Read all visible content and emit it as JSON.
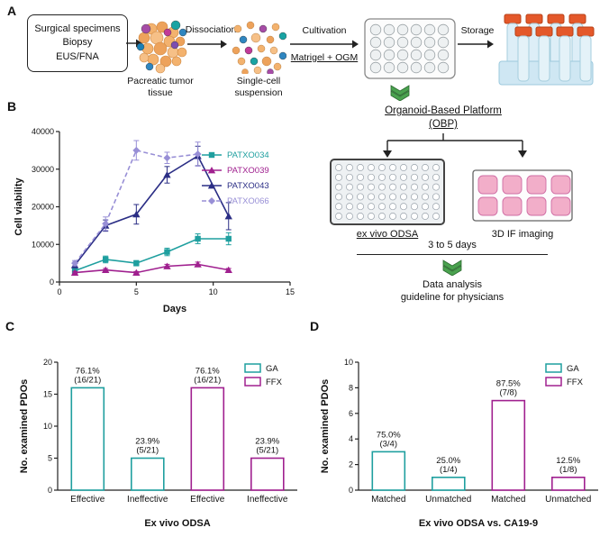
{
  "panels": {
    "a": "A",
    "b": "B",
    "c": "C",
    "d": "D"
  },
  "panelA": {
    "specimen_lines": [
      "Surgical specimens",
      "Biopsy",
      "EUS/FNA"
    ],
    "tumor_label": "Pacreatic tumor tissue",
    "dissociation_label": "Dissociation",
    "suspension_label": "Single-cell suspension",
    "cultivation_label": "Cultivation",
    "medium_label": "Matrigel + OGM",
    "storage_label": "Storage"
  },
  "panelB": {
    "platform_title": "Organoid-Based Platform",
    "platform_abbr": "(OBP)",
    "odsa_label": "ex vivo ODSA",
    "imaging_label": "3D IF imaging",
    "duration_label": "3 to 5 days",
    "analysis_line1": "Data analysis",
    "analysis_line2": "guideline for physicians"
  },
  "colors": {
    "teal": "#1f9f9f",
    "magenta": "#a0208f",
    "navy": "#2b2e85",
    "lavender": "#988fd6",
    "green": "#4aa24f"
  },
  "chart_data": [
    {
      "id": "viability",
      "type": "line",
      "title": "",
      "xlabel": "Days",
      "ylabel": "Cell viability",
      "xlim": [
        0,
        15
      ],
      "xticks": [
        0,
        5,
        10,
        15
      ],
      "ylim": [
        0,
        40000
      ],
      "yticks": [
        0,
        10000,
        20000,
        30000,
        40000
      ],
      "legend_position": "right-top",
      "series": [
        {
          "name": "PATXO034",
          "color": "#1f9f9f",
          "marker": "square",
          "dash": false,
          "x": [
            1,
            3,
            5,
            7,
            9,
            11
          ],
          "y": [
            3000,
            6000,
            5000,
            8000,
            11500,
            11500
          ],
          "err": [
            500,
            900,
            700,
            1000,
            1300,
            1600
          ]
        },
        {
          "name": "PATXO039",
          "color": "#a0208f",
          "marker": "triangle",
          "dash": false,
          "x": [
            1,
            3,
            5,
            7,
            9,
            11
          ],
          "y": [
            2500,
            3200,
            2500,
            4200,
            4700,
            3200
          ],
          "err": [
            300,
            400,
            300,
            500,
            600,
            400
          ]
        },
        {
          "name": "PATXO043",
          "color": "#2b2e85",
          "marker": "triangle",
          "dash": false,
          "x": [
            1,
            3,
            5,
            7,
            9,
            11
          ],
          "y": [
            4500,
            15000,
            18000,
            28500,
            33500,
            17500
          ],
          "err": [
            700,
            1500,
            2600,
            2200,
            2600,
            3600
          ]
        },
        {
          "name": "PATXO066",
          "color": "#988fd6",
          "marker": "diamond",
          "dash": true,
          "x": [
            1,
            3,
            5,
            7,
            9
          ],
          "y": [
            5000,
            15500,
            35000,
            33000,
            34000
          ],
          "err": [
            700,
            1800,
            2600,
            1500,
            3200
          ]
        }
      ]
    },
    {
      "id": "odsa",
      "type": "bar",
      "categories": [
        "Effective",
        "Ineffective",
        "Effective",
        "Ineffective"
      ],
      "values": [
        16,
        5,
        16,
        5
      ],
      "bar_colors": [
        "#1f9f9f",
        "#1f9f9f",
        "#a0208f",
        "#a0208f"
      ],
      "annotations": [
        {
          "pct": "76.1%",
          "frac": "(16/21)"
        },
        {
          "pct": "23.9%",
          "frac": "(5/21)"
        },
        {
          "pct": "76.1%",
          "frac": "(16/21)"
        },
        {
          "pct": "23.9%",
          "frac": "(5/21)"
        }
      ],
      "ylabel": "No. examined PDOs",
      "xlabel": "Ex vivo ODSA",
      "ylim": [
        0,
        20
      ],
      "yticks": [
        0,
        5,
        10,
        15,
        20
      ],
      "legend": [
        {
          "label": "GA",
          "color": "#1f9f9f"
        },
        {
          "label": "FFX",
          "color": "#a0208f"
        }
      ]
    },
    {
      "id": "ca199",
      "type": "bar",
      "categories": [
        "Matched",
        "Unmatched",
        "Matched",
        "Unmatched"
      ],
      "values": [
        3,
        1,
        7,
        1
      ],
      "bar_colors": [
        "#1f9f9f",
        "#1f9f9f",
        "#a0208f",
        "#a0208f"
      ],
      "annotations": [
        {
          "pct": "75.0%",
          "frac": "(3/4)"
        },
        {
          "pct": "25.0%",
          "frac": "(1/4)"
        },
        {
          "pct": "87.5%",
          "frac": "(7/8)"
        },
        {
          "pct": "12.5%",
          "frac": "(1/8)"
        }
      ],
      "ylabel": "No. examined PDOs",
      "xlabel": "Ex vivo ODSA vs. CA19-9",
      "ylim": [
        0,
        10
      ],
      "yticks": [
        0,
        2,
        4,
        6,
        8,
        10
      ],
      "legend": [
        {
          "label": "GA",
          "color": "#1f9f9f"
        },
        {
          "label": "FFX",
          "color": "#a0208f"
        }
      ]
    }
  ]
}
